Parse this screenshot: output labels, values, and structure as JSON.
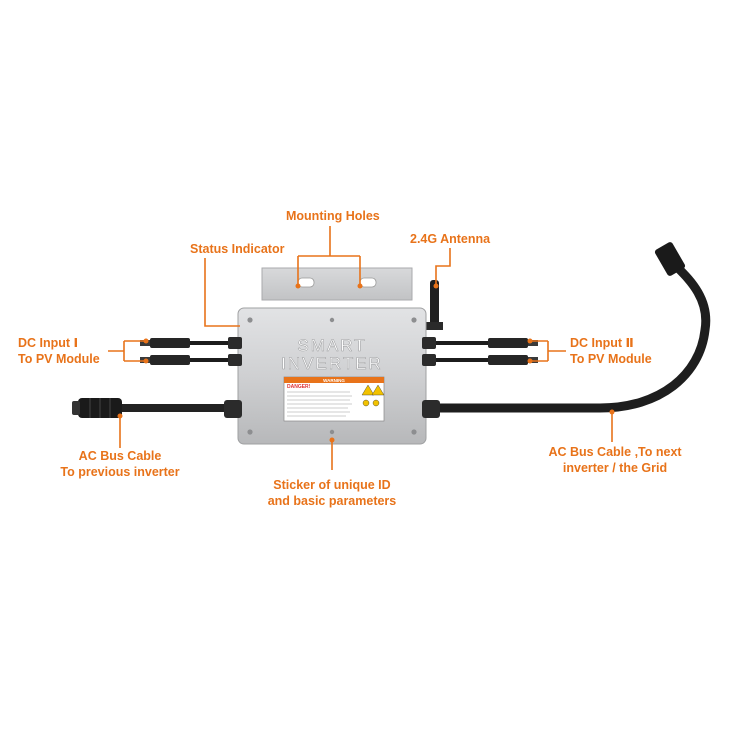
{
  "labels": {
    "mounting_holes": "Mounting Holes",
    "status_indicator": "Status Indicator",
    "antenna": "2.4G Antenna",
    "dc_input_1_line1": "DC Input Ⅰ",
    "dc_input_1_line2": "To PV Module",
    "dc_input_2_line1": "DC Input Ⅱ",
    "dc_input_2_line2": "To PV Module",
    "ac_bus_prev_line1": "AC Bus Cable",
    "ac_bus_prev_line2": "To previous inverter",
    "ac_bus_next_line1": "AC Bus Cable ,To next",
    "ac_bus_next_line2": "inverter / the Grid",
    "sticker_line1": "Sticker of unique ID",
    "sticker_line2": "and basic parameters"
  },
  "device": {
    "brand_line1": "SMART",
    "brand_line2": "INVERTER",
    "sticker_danger": "DANGER!",
    "sticker_warning": "WARNING"
  },
  "colors": {
    "accent": "#e8731a",
    "casing": "#c9cacc",
    "cable": "#1e1e1e",
    "background": "#ffffff"
  }
}
